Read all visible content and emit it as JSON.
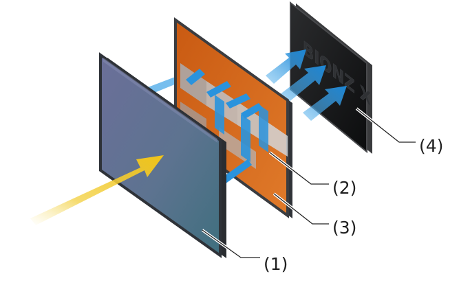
{
  "callouts": {
    "c1": "(1)",
    "c2": "(2)",
    "c3": "(3)",
    "c4": "(4)"
  },
  "processor_logo_text": "BIONZ X",
  "colors": {
    "sensor_surface": "#5f6f86",
    "sensor_frame": "#2e3238",
    "circuit_orange": "#d86a1e",
    "memory_gray": "#b9bcc0",
    "processor_black": "#151617",
    "signal_blue": "#2a8fd6",
    "light_yellow": "#f1c21b"
  }
}
